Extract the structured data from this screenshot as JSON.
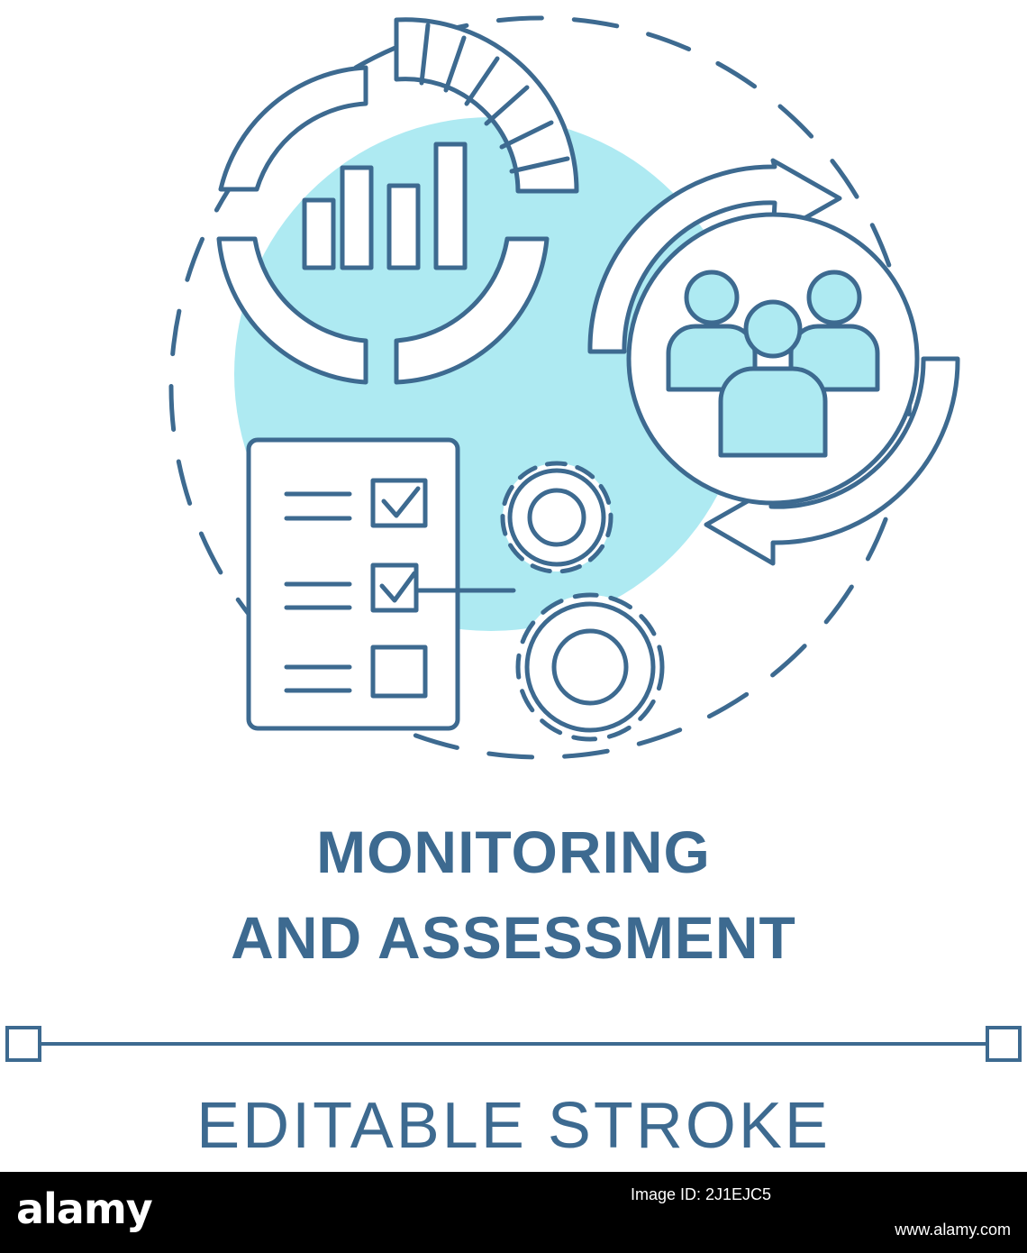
{
  "icon": {
    "name": "monitoring-and-assessment-icon",
    "stroke_color": "#3d6a90",
    "fill_color": "#aeeaf2",
    "parts": [
      "dashed-circle",
      "donut-chart-icon",
      "bar-chart-icon",
      "cycle-arrows-icon",
      "team-icon",
      "checklist-icon",
      "checkbox-icon",
      "gear-icon"
    ]
  },
  "title": {
    "line1": "MONITORING",
    "line2": "AND ASSESSMENT"
  },
  "subtitle": "EDITABLE STROKE",
  "footer": {
    "logo": "alamy",
    "image_id_label": "Image ID: 2J1EJC5",
    "image_id": "2J1EJC5",
    "url": "www.alamy.com",
    "background": "#000000"
  }
}
